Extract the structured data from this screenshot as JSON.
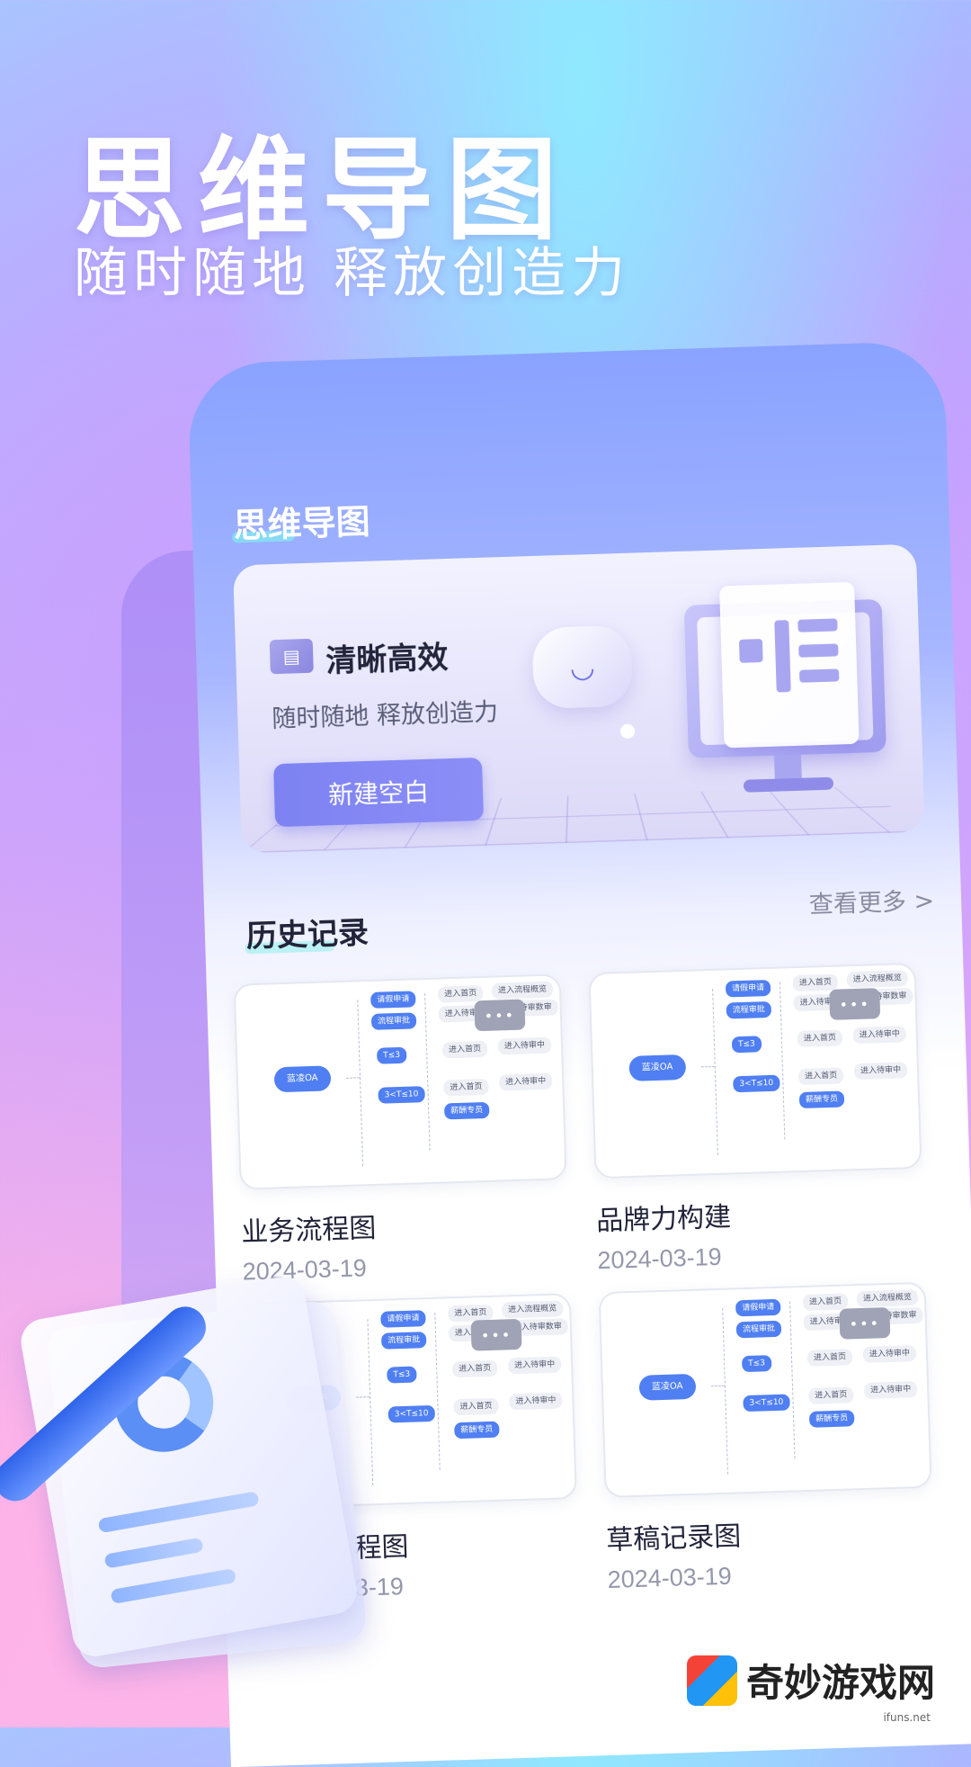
{
  "hero": {
    "title": "思维导图",
    "subtitle": "随时随地  释放创造力"
  },
  "app": {
    "title": "思维导图"
  },
  "banner": {
    "headline": "清晰高效",
    "subtitle": "随时随地  释放创造力",
    "new_button": "新建空白"
  },
  "history": {
    "title": "历史记录",
    "see_more": "查看更多 >",
    "items": [
      {
        "title": "业务流程图",
        "date": "2024-03-19"
      },
      {
        "title": "品牌力构建",
        "date": "2024-03-19"
      },
      {
        "title": "程图",
        "date": "-03-19"
      },
      {
        "title": "草稿记录图",
        "date": "2024-03-19"
      }
    ],
    "mindmap": {
      "root": "蓝凌OA",
      "branch1": "请假申请",
      "branch2": "流程审批",
      "branch3": "T≤3",
      "branch4": "3<T≤10",
      "leaf1": "进入首页",
      "leaf2": "进入流程概览",
      "leaf3": "进入待审",
      "leaf4": "进入待审中",
      "leaf5": "薪酬专员",
      "leaf6": "进入待审数审"
    },
    "menu_dots": "•••"
  },
  "watermark": {
    "text": "奇妙游戏网",
    "url": "ifuns.net"
  },
  "colors": {
    "accent": "#7d82f2",
    "node_blue": "#4f7ff2"
  }
}
